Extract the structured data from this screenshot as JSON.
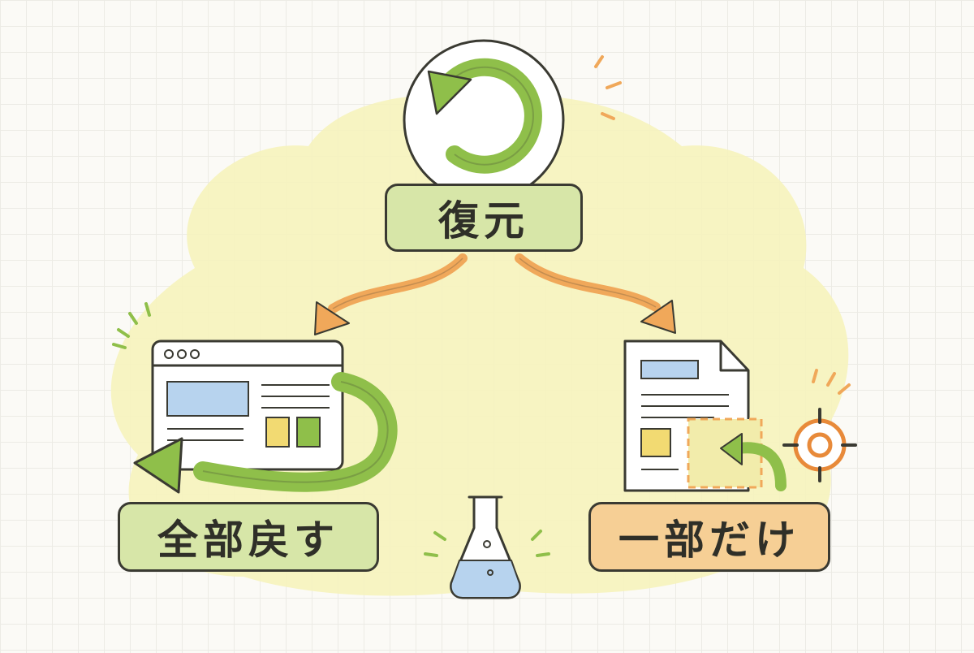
{
  "diagram": {
    "nodes": {
      "root": {
        "label": "復元",
        "icon": "restore-circular-arrow-icon"
      },
      "left": {
        "label": "全部戻す",
        "icon": "browser-window-full-undo-icon"
      },
      "right": {
        "label": "一部だけ",
        "icon": "document-partial-restore-icon"
      }
    },
    "edges": [
      {
        "from": "root",
        "to": "left",
        "icon": "arrow-icon"
      },
      {
        "from": "root",
        "to": "right",
        "icon": "arrow-icon"
      }
    ],
    "decorations": [
      "target-icon",
      "flask-icon"
    ],
    "colors": {
      "green": "#8fbf4a",
      "light_green": "#d7e6a8",
      "orange": "#f0a85a",
      "light_orange": "#f6cf95",
      "yellow_blob": "#f6f3bd",
      "outline": "#3a3a32",
      "blue": "#b7d3ee"
    }
  }
}
